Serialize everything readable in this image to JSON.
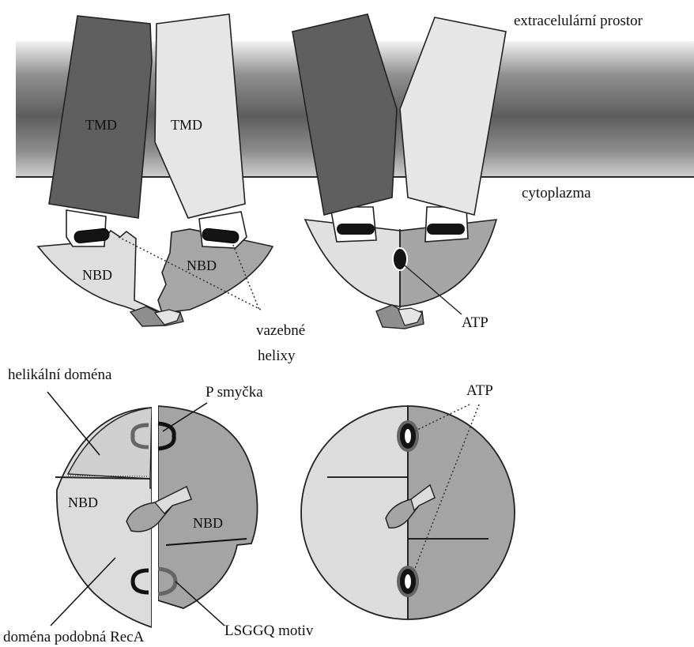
{
  "labels": {
    "extracellular": "extracelulární prostor",
    "cytoplasm": "cytoplazma",
    "tmd_left": "TMD",
    "tmd_right": "TMD",
    "nbd_top_left": "NBD",
    "nbd_top_right": "NBD",
    "coupling_helices_line1": "vazebné",
    "coupling_helices_line2": "helixy",
    "atp_top": "ATP",
    "helical_domain": "helikální doména",
    "p_loop": "P smyčka",
    "nbd_bottom_left": "NBD",
    "nbd_bottom_right": "NBD",
    "reca_like_domain": "doména podobná RecA",
    "lsggq_motif": "LSGGQ motiv",
    "atp_bottom": "ATP"
  },
  "colors": {
    "dark_domain": "#5f5f5f",
    "light_domain": "#e6e6e6",
    "mid_domain": "#a2a2a2",
    "nbd_light": "#dedede"
  }
}
